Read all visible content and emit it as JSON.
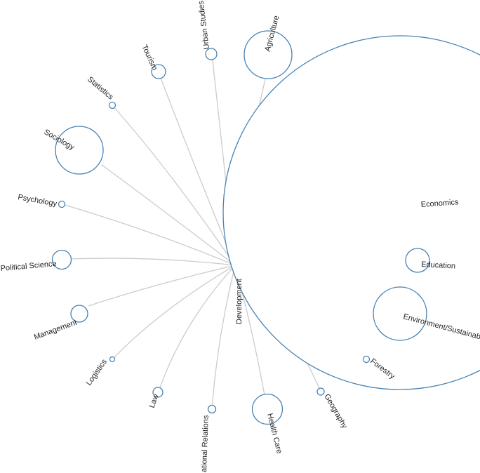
{
  "center": {
    "label": "Development"
  },
  "big_node": {
    "label": "Economics"
  },
  "nodes": [
    {
      "id": "urban-studies",
      "label": "Urban Studies"
    },
    {
      "id": "agriculture",
      "label": "Agriculture"
    },
    {
      "id": "tourism",
      "label": "Tourism"
    },
    {
      "id": "statistics",
      "label": "Statistics"
    },
    {
      "id": "sociology",
      "label": "Sociology"
    },
    {
      "id": "psychology",
      "label": "Psychology"
    },
    {
      "id": "political-science",
      "label": "Political Science"
    },
    {
      "id": "management",
      "label": "Management"
    },
    {
      "id": "logistics",
      "label": "Logistics"
    },
    {
      "id": "law",
      "label": "Law"
    },
    {
      "id": "international-relations",
      "label": "ational Relations"
    },
    {
      "id": "health-care",
      "label": "Health Care"
    },
    {
      "id": "geography",
      "label": "Geography"
    },
    {
      "id": "forestry",
      "label": "Forestry"
    },
    {
      "id": "education",
      "label": "Education"
    },
    {
      "id": "environment",
      "label": "Environment/Sustainabi"
    }
  ]
}
